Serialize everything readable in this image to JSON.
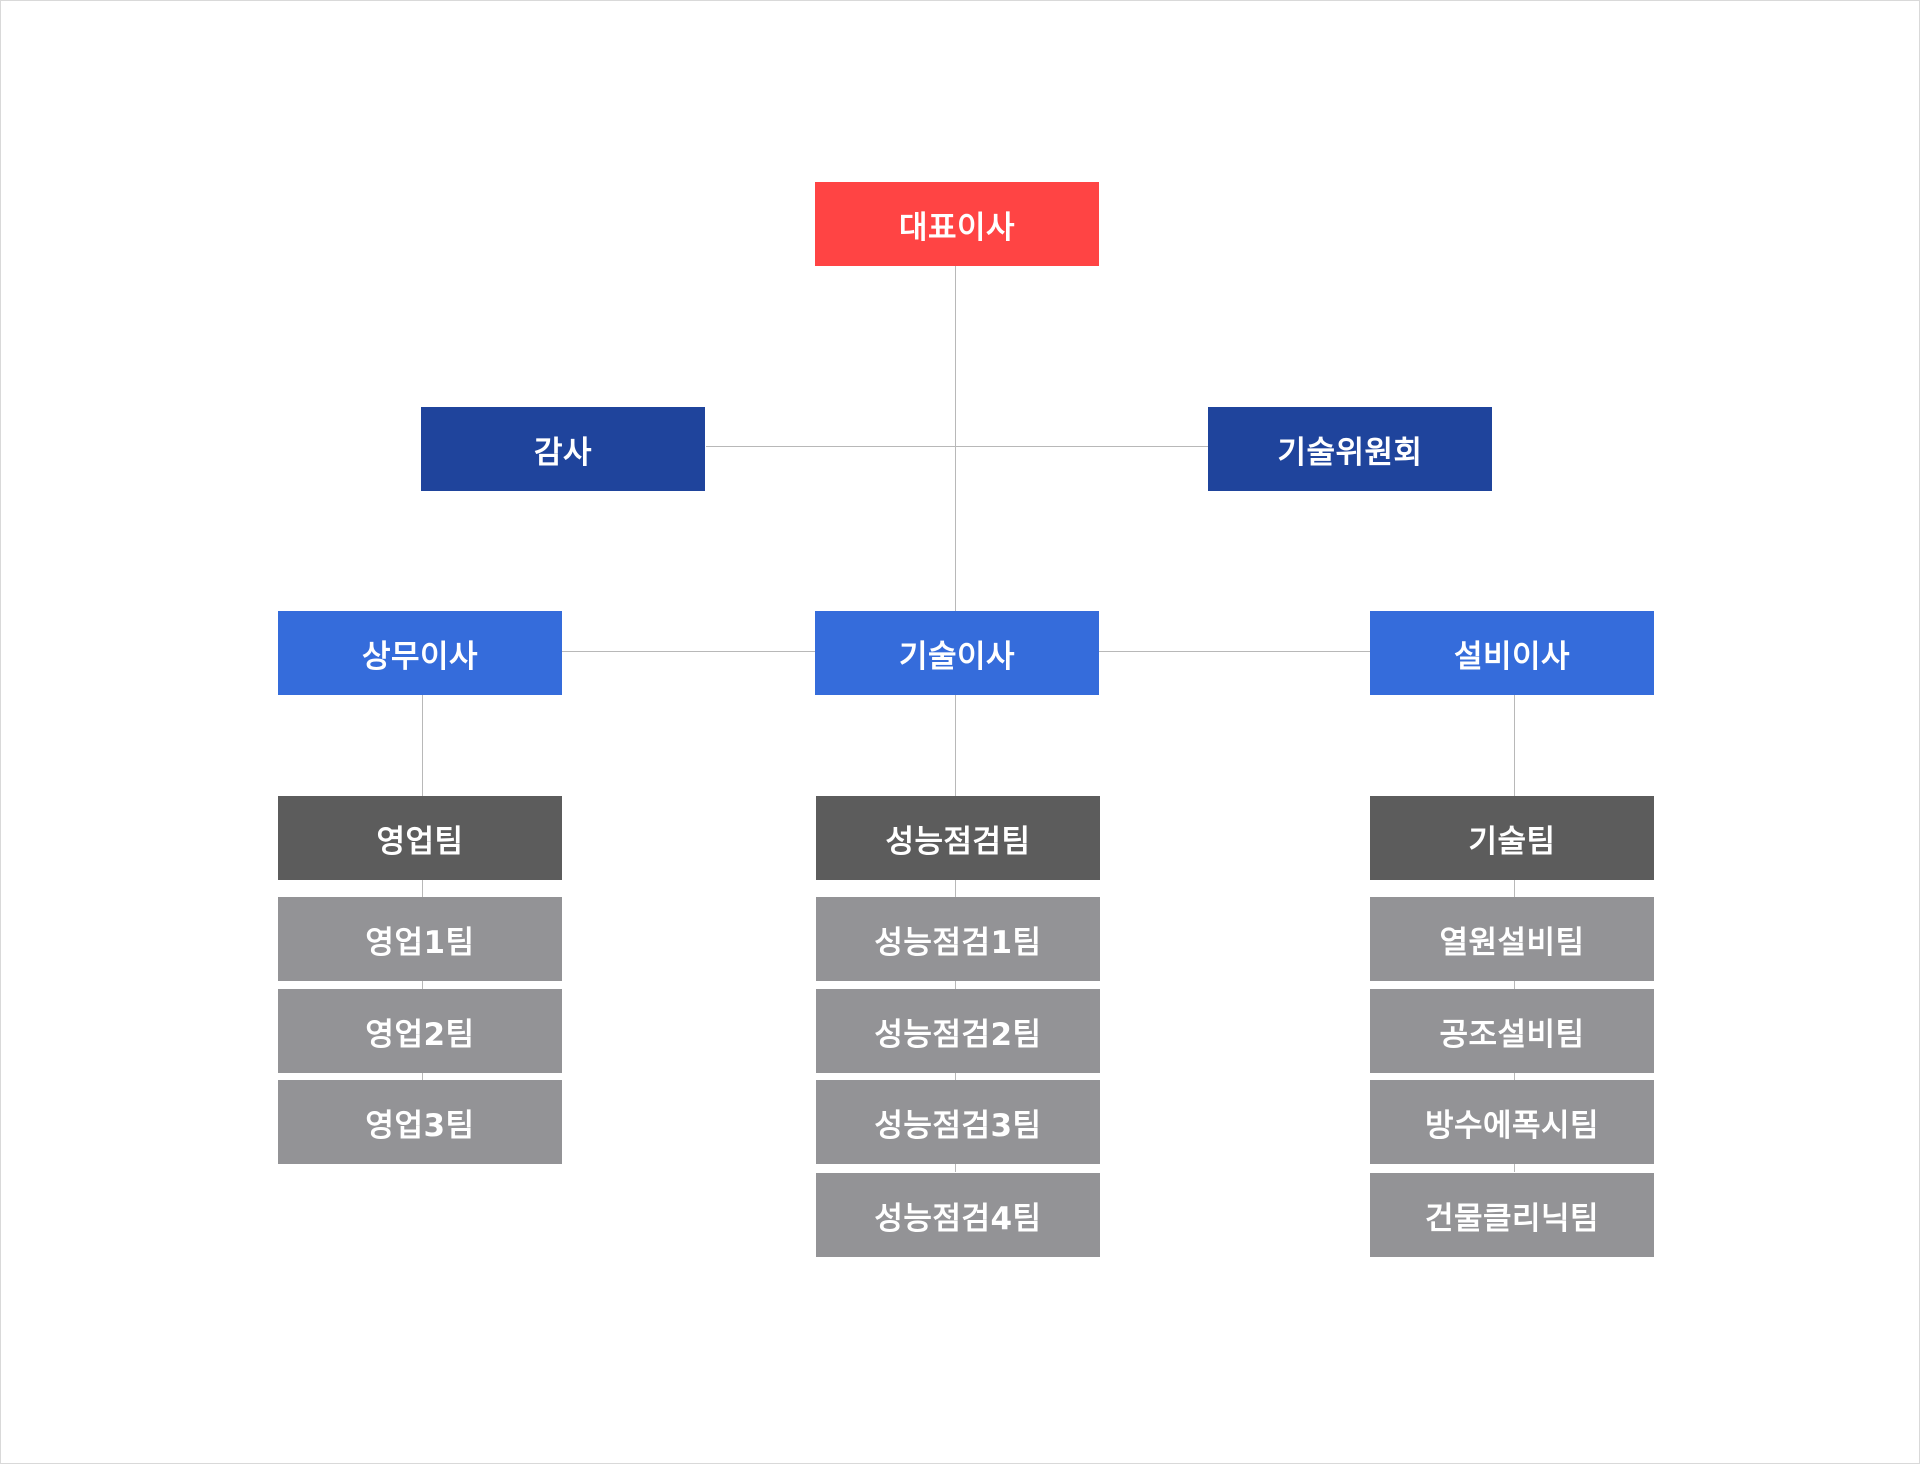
{
  "colors": {
    "ceo": "#ff4444",
    "advisory": "#1f449c",
    "director": "#356cdb",
    "team": "#5c5c5c",
    "subteam": "#939396",
    "connector": "#b8b8b8"
  },
  "ceo": {
    "label": "대표이사"
  },
  "advisory": {
    "left": {
      "label": "감사"
    },
    "right": {
      "label": "기술위원회"
    }
  },
  "directors": [
    {
      "label": "상무이사",
      "team": "영업팀",
      "subteams": [
        "영업1팀",
        "영업2팀",
        "영업3팀"
      ]
    },
    {
      "label": "기술이사",
      "team": "성능점검팀",
      "subteams": [
        "성능점검1팀",
        "성능점검2팀",
        "성능점검3팀",
        "성능점검4팀"
      ]
    },
    {
      "label": "설비이사",
      "team": "기술팀",
      "subteams": [
        "열원설비팀",
        "공조설비팀",
        "방수에폭시팀",
        "건물클리닉팀"
      ]
    }
  ]
}
